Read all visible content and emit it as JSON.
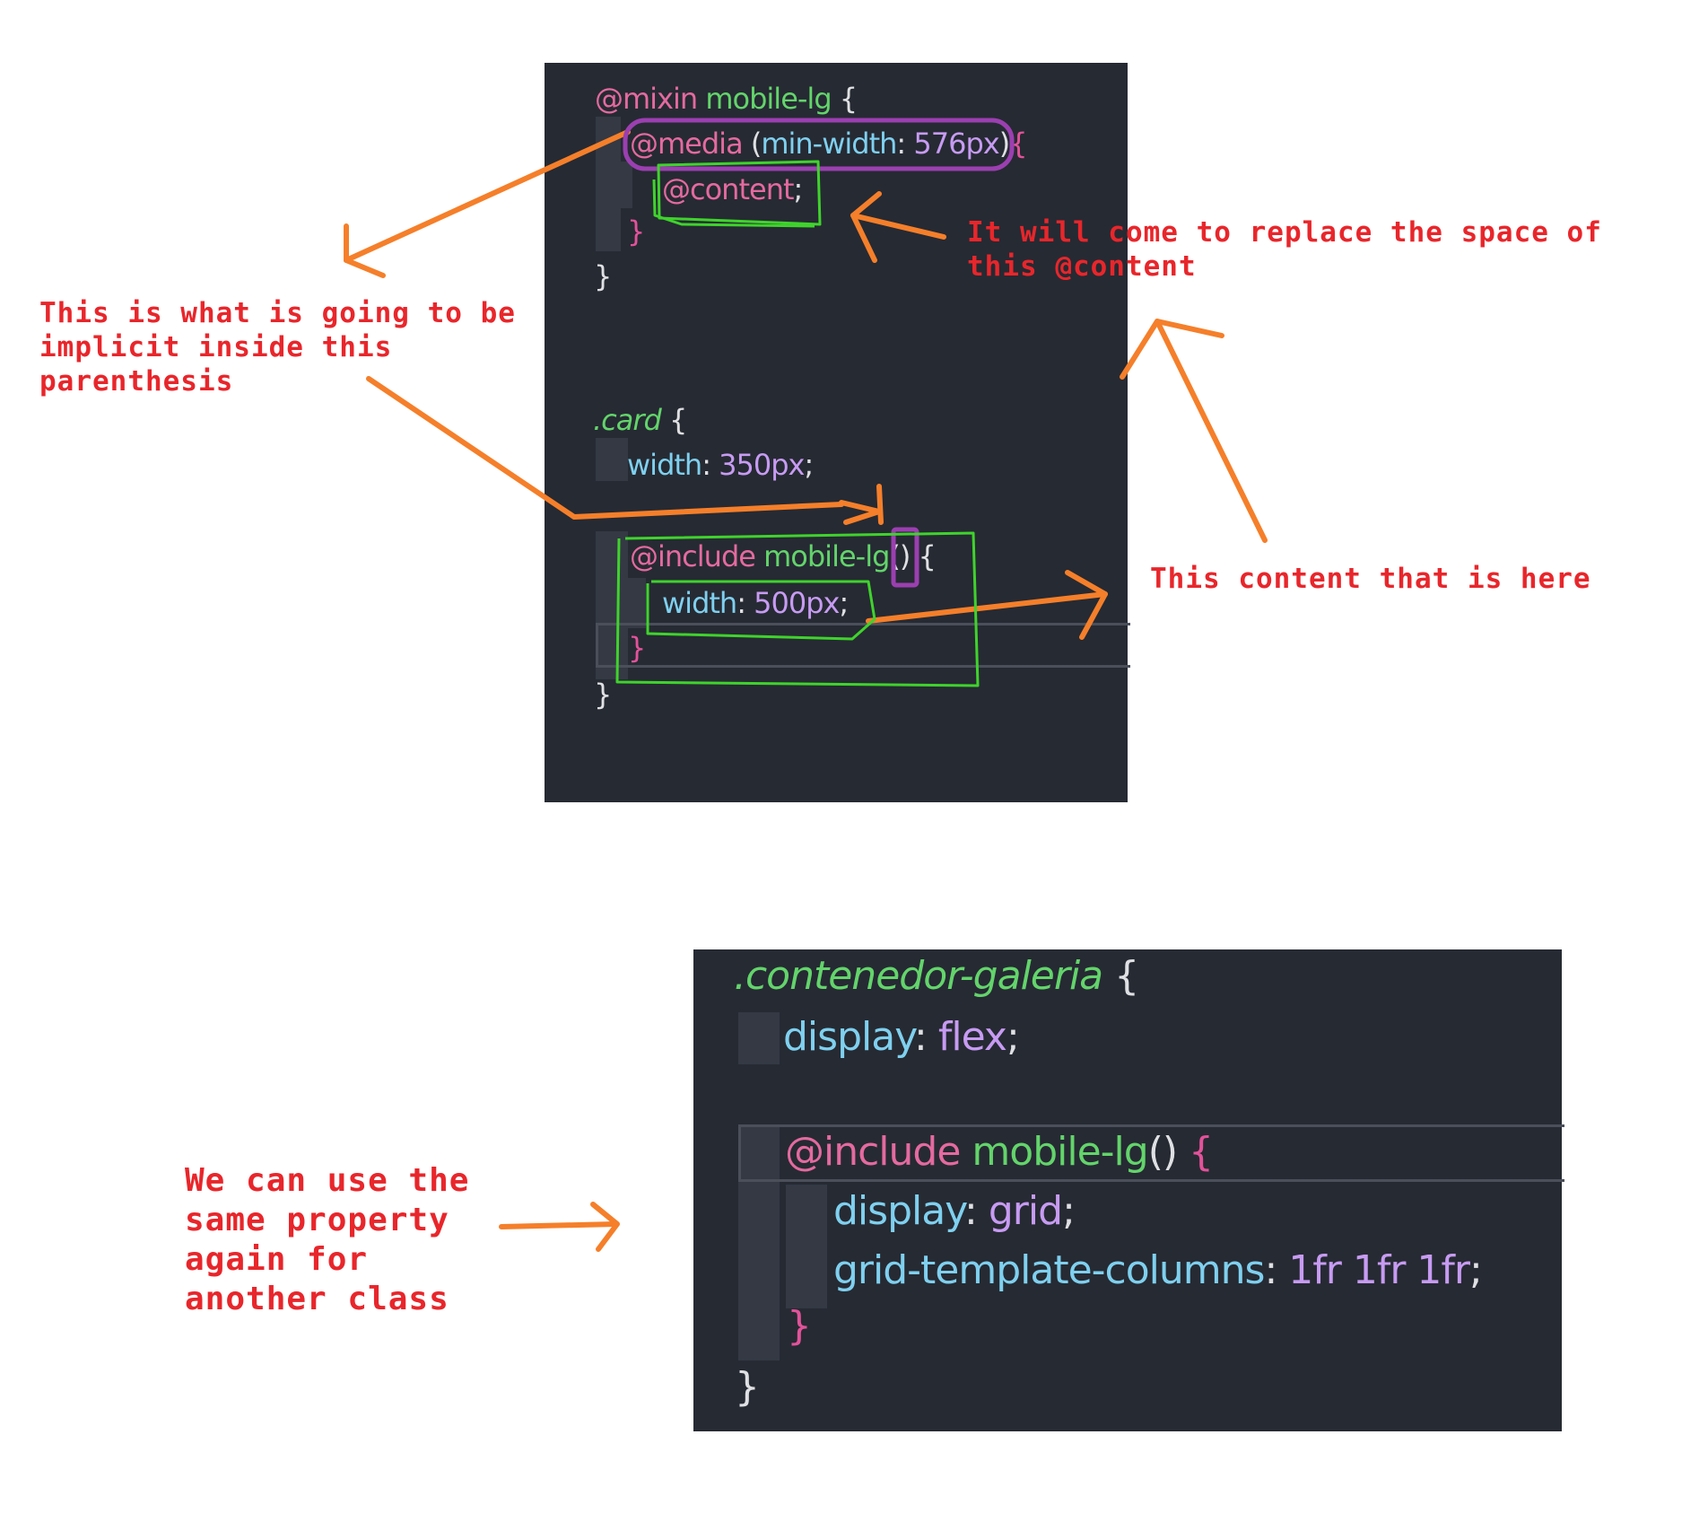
{
  "panel1": {
    "l1": {
      "kw": "@mixin",
      "fn": "mobile-lg",
      "br": "{"
    },
    "l2": {
      "kw": "@media",
      "open": "(",
      "prop": "min-width",
      "colon": ":",
      "num": "576px",
      "close": ")",
      "br": "{"
    },
    "l3": {
      "kw": "@content",
      "semi": ";"
    },
    "l4": {
      "br": "}"
    },
    "l5": {
      "br": "}"
    },
    "l6": {
      "sel": ".card",
      "br": "{"
    },
    "l7": {
      "prop": "width",
      "colon": ":",
      "num": "350px",
      "semi": ";"
    },
    "l8": {
      "kw": "@include",
      "fn": "mobile-lg",
      "paren": "()",
      "br": "{"
    },
    "l9": {
      "prop": "width",
      "colon": ":",
      "num": "500px",
      "semi": ";"
    },
    "l10": {
      "br": "}"
    },
    "l11": {
      "br": "}"
    }
  },
  "panel2": {
    "l1": {
      "sel": ".contenedor-galeria",
      "br": "{"
    },
    "l2": {
      "prop": "display",
      "colon": ":",
      "val": "flex",
      "semi": ";"
    },
    "l3": {
      "kw": "@include",
      "fn": "mobile-lg",
      "paren": "()",
      "br": "{"
    },
    "l4": {
      "prop": "display",
      "colon": ":",
      "val": "grid",
      "semi": ";"
    },
    "l5": {
      "prop": "grid-template-columns",
      "colon": ":",
      "val": "1fr 1fr 1fr",
      "semi": ";"
    },
    "l6": {
      "br": "}"
    },
    "l7": {
      "br": "}"
    }
  },
  "notes": {
    "implicit": "This is what is going to be\nimplicit inside this\nparenthesis",
    "replace": "It will come to replace the space of\nthis @content",
    "content_here": "This content that is here",
    "reuse": "We can use the\nsame property\nagain for\nanother class"
  },
  "colors": {
    "annotation_text": "#e8262b",
    "arrow": "#f57f2a",
    "green_outline": "#3fd32c",
    "purple_outline": "#9b3fb0",
    "editor_bg": "#262a33"
  }
}
